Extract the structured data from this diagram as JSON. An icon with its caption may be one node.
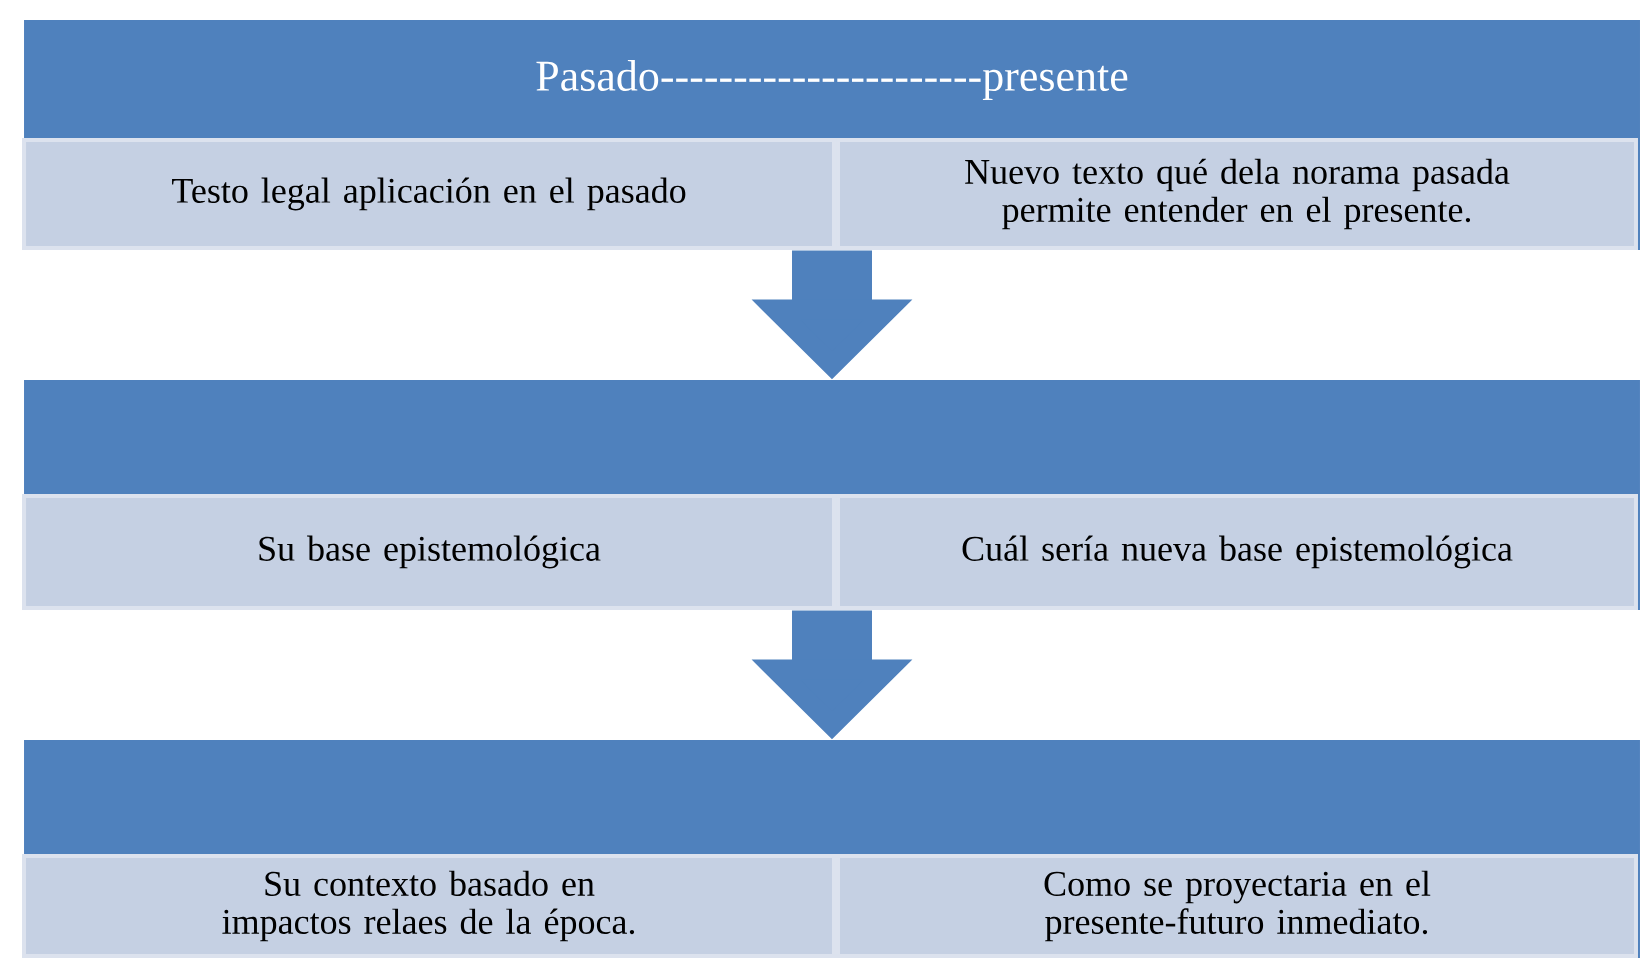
{
  "diagram": {
    "nodes": [
      {
        "text": [
          "Pasado----------------------presente"
        ]
      },
      {
        "text": [
          "Testo legal aplicación en el pasado"
        ],
        "in": 0
      },
      {
        "text": [
          "Nuevo texto qué dela norama pasada permite entender en el presente."
        ],
        "in": 0
      },
      {
        "text": [],
        "shape": "bar"
      },
      {
        "text": [
          "Su base epistemológica"
        ],
        "in": 3
      },
      {
        "text": [
          "Cuál sería nueva base epistemológica"
        ],
        "in": 3
      },
      {
        "text": [],
        "shape": "bar"
      },
      {
        "text": [
          "Su contexto basado en impactos relaes de la época."
        ],
        "in": 6
      },
      {
        "text": [
          "Como se proyectaria en el presente-futuro inmediato."
        ],
        "in": 6
      }
    ],
    "edges": [
      {
        "from": 0,
        "to": 3,
        "arrow": "to"
      },
      {
        "from": 3,
        "to": 6,
        "arrow": "to"
      }
    ]
  }
}
